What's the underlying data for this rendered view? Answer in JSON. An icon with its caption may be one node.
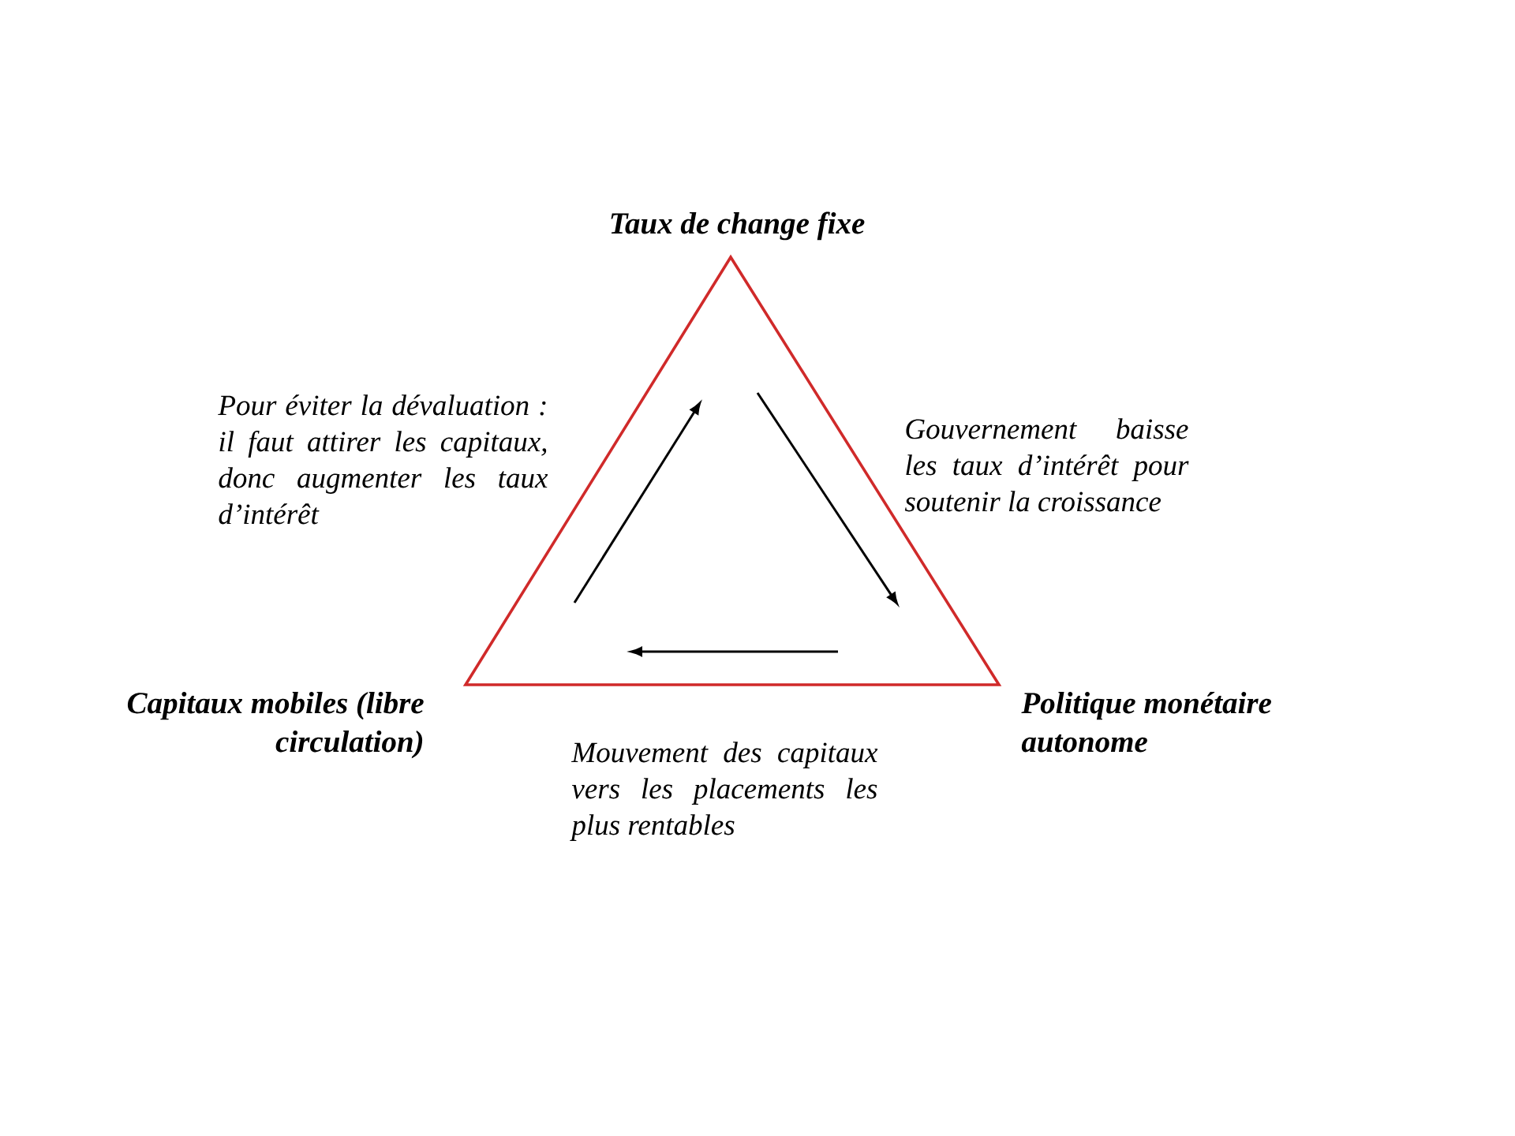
{
  "diagram": {
    "nodes": [
      {
        "text": [
          "Taux de change fixe"
        ]
      },
      {
        "text": [
          "Capitaux mobiles (libre circulation)"
        ]
      },
      {
        "text": [
          "Politique monétaire autonome"
        ]
      }
    ],
    "labels": [
      "Pour éviter la dévaluation : il faut attirer les capitaux, donc augmenter les taux d’intérêt",
      "Gouvernement baisse les taux d’intérêt pour soutenir la croissance",
      "Mouvement des capitaux vers les placements les plus rentables"
    ]
  }
}
